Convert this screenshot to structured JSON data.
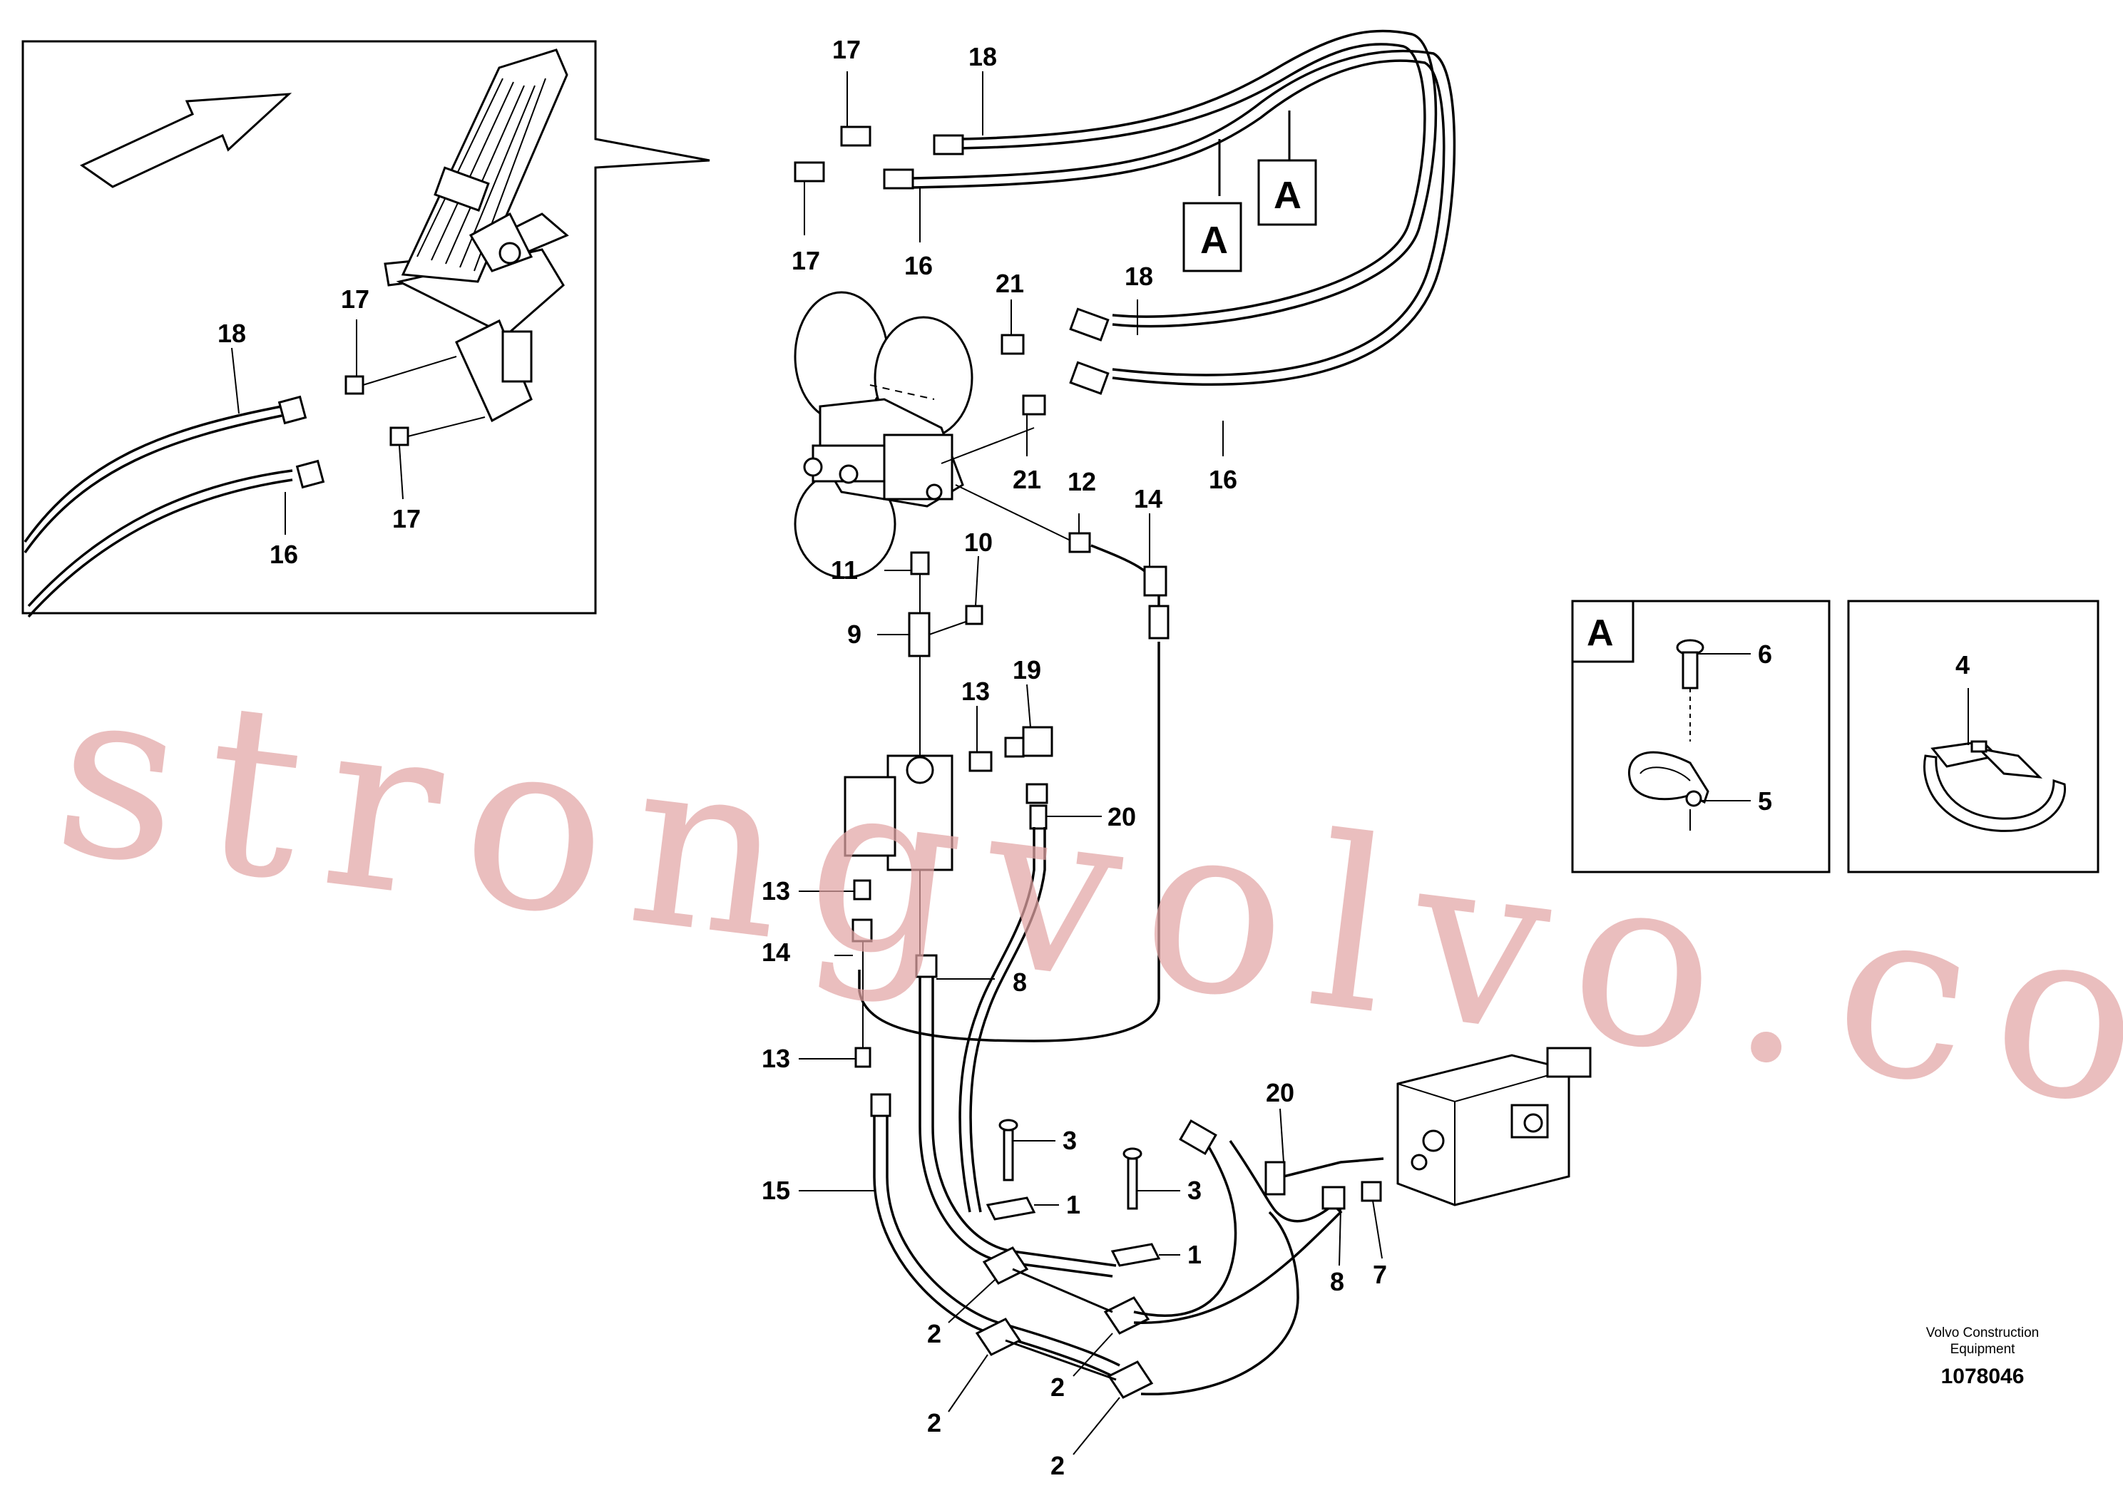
{
  "section_markers": {
    "a_marker_1": "A",
    "a_marker_2": "A",
    "a_detail_label": "A"
  },
  "callouts": {
    "c17_top": "17",
    "c18_top": "18",
    "c17_mid": "17",
    "c16_mid": "16",
    "c21_top": "21",
    "c18_right": "18",
    "c21_bottom": "21",
    "c16_right": "16",
    "c12": "12",
    "c14_upper": "14",
    "c11": "11",
    "c10": "10",
    "c9": "9",
    "c13_upper": "13",
    "c19": "19",
    "c20_upper": "20",
    "c13_middle": "13",
    "c14_lower": "14",
    "c8_upper": "8",
    "c13_lower": "13",
    "c15": "15",
    "c3_left": "3",
    "c3_right": "3",
    "c1_left": "1",
    "c1_right": "1",
    "c20_lower": "20",
    "c8_lower": "8",
    "c7": "7",
    "c2_a": "2",
    "c2_b": "2",
    "c2_c": "2",
    "c2_d": "2"
  },
  "pedal_inset": {
    "c18": "18",
    "c17_upper": "17",
    "c17_lower": "17",
    "c16": "16"
  },
  "detail_a": {
    "c6": "6",
    "c5": "5"
  },
  "detail_clamp": {
    "c4": "4"
  },
  "watermark": "strongvolvo.com",
  "footer": {
    "company_line1": "Volvo Construction",
    "company_line2": "Equipment",
    "drawing_number": "1078046"
  }
}
